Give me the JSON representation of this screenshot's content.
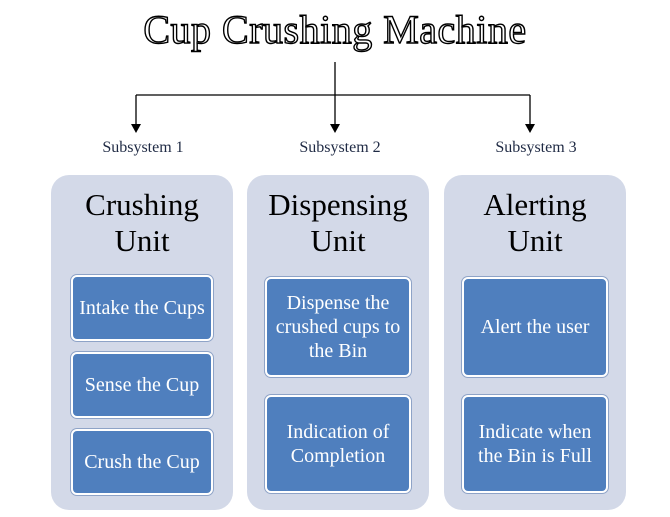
{
  "title": "Cup Crushing Machine",
  "colors": {
    "panel_bg": "#d3d9e8",
    "task_bg": "#4f7fbe",
    "task_text": "#ffffff",
    "connector": "#000000"
  },
  "subsystems": [
    {
      "label": "Subsystem 1",
      "heading": "Crushing Unit",
      "tasks": [
        "Intake the Cups",
        "Sense the Cup",
        "Crush the Cup"
      ]
    },
    {
      "label": "Subsystem 2",
      "heading": "Dispensing Unit",
      "tasks": [
        "Dispense the crushed cups to the Bin",
        "Indication of Completion"
      ]
    },
    {
      "label": "Subsystem 3",
      "heading": "Alerting Unit",
      "tasks": [
        "Alert the user",
        "Indicate when the Bin is Full"
      ]
    }
  ]
}
